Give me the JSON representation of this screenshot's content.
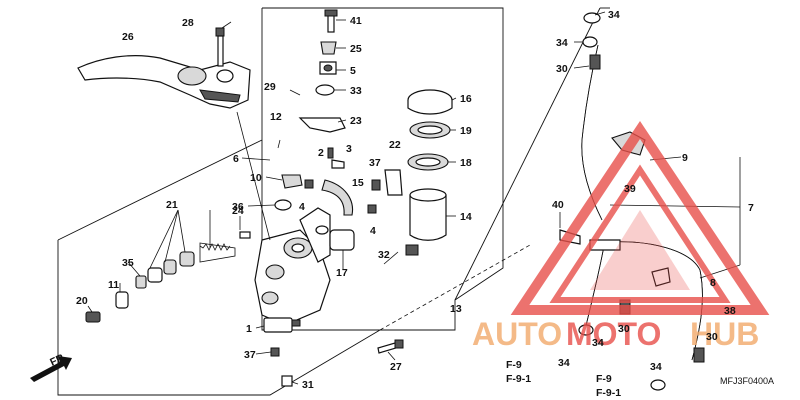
{
  "diagram": {
    "code": "MFJ3F0400A",
    "direction_label": "FR.",
    "refs": [
      "F-9",
      "F-9-1",
      "F-9",
      "F-9-1"
    ],
    "callouts": [
      "41",
      "25",
      "5",
      "33",
      "23",
      "16",
      "19",
      "18",
      "14",
      "28",
      "26",
      "29",
      "12",
      "6",
      "10",
      "36",
      "4",
      "2",
      "3",
      "37",
      "15",
      "22",
      "4",
      "32",
      "17",
      "13",
      "24",
      "21",
      "35",
      "11",
      "20",
      "1",
      "37",
      "31",
      "27",
      "34",
      "34",
      "30",
      "9",
      "39",
      "7",
      "40",
      "8",
      "38",
      "30",
      "34",
      "34",
      "30",
      "34"
    ]
  },
  "watermark": {
    "text_auto": "AUTO",
    "text_moto": "MOTO",
    "text_hub": "HUB",
    "color": "#e8504a",
    "color_dark": "#b8362f",
    "text_accent": "#f2a96b"
  },
  "colors": {
    "line": "#111111",
    "background": "#ffffff"
  }
}
